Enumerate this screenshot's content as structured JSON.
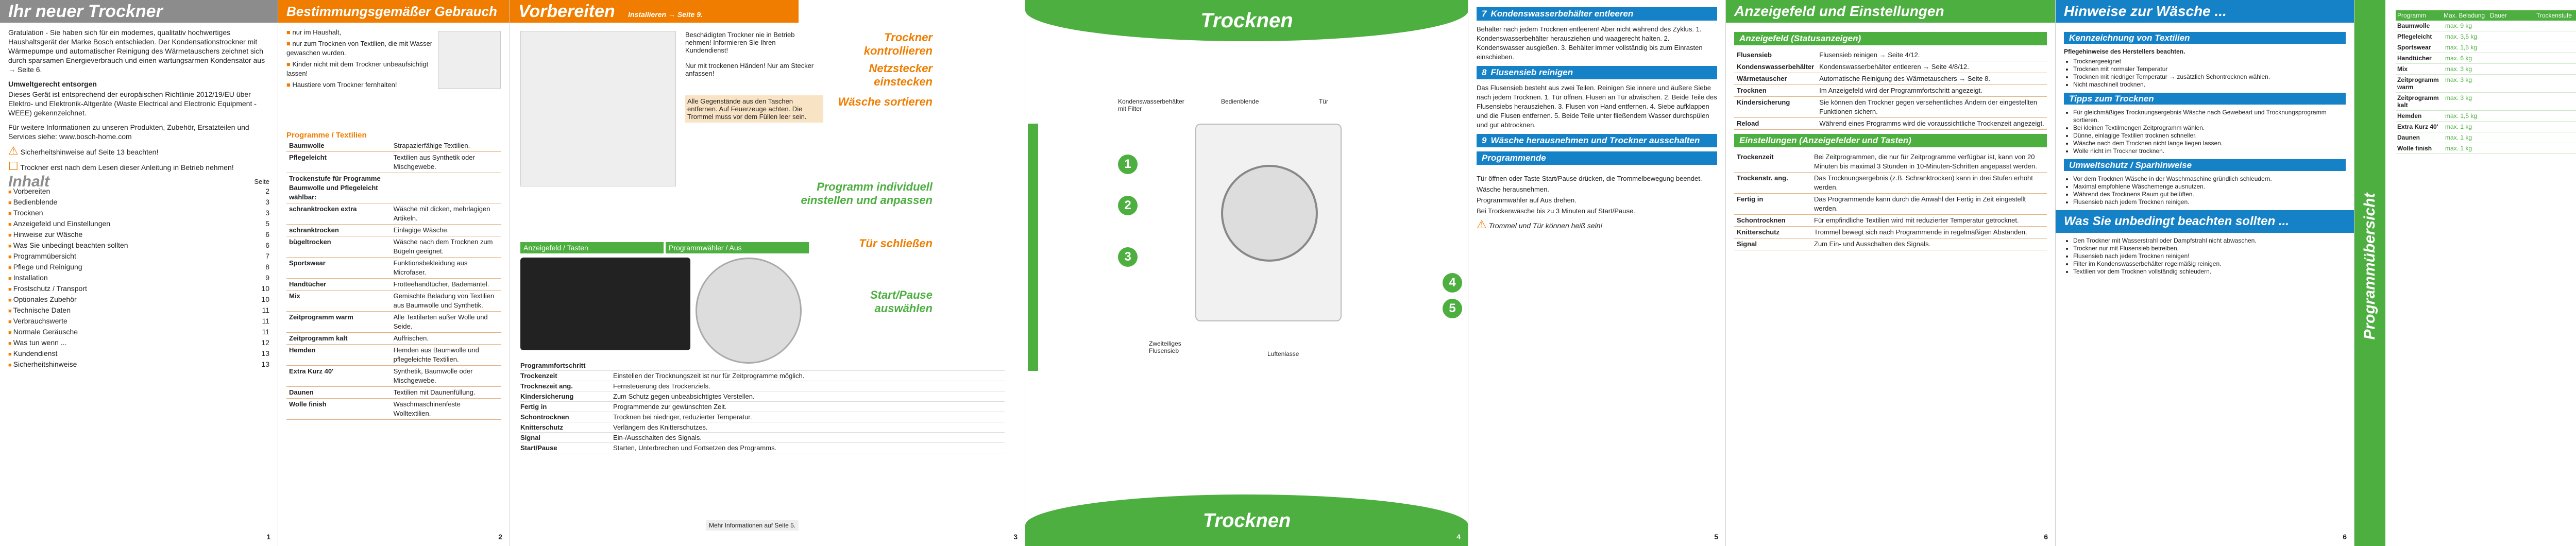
{
  "p1": {
    "title": "Ihr neuer Trockner",
    "intro": "Gratulation - Sie haben sich für ein modernes, qualitativ hochwertiges Haushaltsgerät der Marke Bosch entschieden. Der Kondensationstrockner mit Wärmepumpe und automatischer Reinigung des Wärmetauschers zeichnet sich durch sparsamen Energieverbrauch und einen wartungsarmen Kondensator aus → Seite 6.",
    "recycling_title": "Umweltgerecht entsorgen",
    "recycling": "Dieses Gerät ist entsprechend der europäischen Richtlinie 2012/19/EU über Elektro- und Elektronik-Altgeräte (Waste Electrical and Electronic Equipment - WEEE) gekennzeichnet.",
    "contact": "Für weitere Informationen zu unseren Produkten, Zubehör, Ersatzteilen und Services siehe: www.bosch-home.com",
    "safety": "Sicherheitshinweise auf Seite 13 beachten!",
    "energy_note": "Trockner erst nach dem Lesen dieser Anleitung in Betrieb nehmen!",
    "toc_title": "Inhalt",
    "toc_page_label": "Seite",
    "toc": [
      {
        "label": "Vorbereiten",
        "page": "2"
      },
      {
        "label": "Bedienblende",
        "page": "3"
      },
      {
        "label": "Trocknen",
        "page": "3"
      },
      {
        "label": "Anzeigefeld und Einstellungen",
        "page": "5"
      },
      {
        "label": "Hinweise zur Wäsche",
        "page": "6"
      },
      {
        "label": "Was Sie unbedingt beachten sollten",
        "page": "6"
      },
      {
        "label": "Programmübersicht",
        "page": "7"
      },
      {
        "label": "Pflege und Reinigung",
        "page": "8"
      },
      {
        "label": "Installation",
        "page": "9"
      },
      {
        "label": "Frostschutz / Transport",
        "page": "10"
      },
      {
        "label": "Optionales Zubehör",
        "page": "10"
      },
      {
        "label": "Technische Daten",
        "page": "11"
      },
      {
        "label": "Verbrauchswerte",
        "page": "11"
      },
      {
        "label": "Normale Geräusche",
        "page": "11"
      },
      {
        "label": "Was tun wenn ...",
        "page": "12"
      },
      {
        "label": "Kundendienst",
        "page": "13"
      },
      {
        "label": "Sicherheitshinweise",
        "page": "13"
      }
    ],
    "page": "1"
  },
  "p2": {
    "title": "Bestimmungsgemäßer Gebrauch",
    "bullets": [
      "nur im Haushalt,",
      "nur zum Trocknen von Textilien, die mit Wasser gewaschen wurden.",
      "Kinder nicht mit dem Trockner unbeaufsichtigt lassen!",
      "Haustiere vom Trockner fernhalten!"
    ],
    "programs_title": "Programme / Textilien",
    "programs": [
      {
        "name": "Baumwolle",
        "desc": "Strapazierfähige Textilien."
      },
      {
        "name": "Pflegeleicht",
        "desc": "Textilien aus Synthetik oder Mischgewebe."
      },
      {
        "name": "Trockenstufe für Programme Baumwolle und Pflegeleicht wählbar:",
        "desc": ""
      },
      {
        "name": "schranktrocken extra",
        "desc": "Wäsche mit dicken, mehrlagigen Artikeln."
      },
      {
        "name": "schranktrocken",
        "desc": "Einlagige Wäsche."
      },
      {
        "name": "bügeltrocken",
        "desc": "Wäsche nach dem Trocknen zum Bügeln geeignet."
      },
      {
        "name": "Sportswear",
        "desc": "Funktionsbekleidung aus Microfaser."
      },
      {
        "name": "Handtücher",
        "desc": "Frotteehandtücher, Bademäntel."
      },
      {
        "name": "Mix",
        "desc": "Gemischte Beladung von Textilien aus Baumwolle und Synthetik."
      },
      {
        "name": "Zeitprogramm warm",
        "desc": "Alle Textilarten außer Wolle und Seide."
      },
      {
        "name": "Zeitprogramm kalt",
        "desc": "Auffrischen."
      },
      {
        "name": "Hemden",
        "desc": "Hemden aus Baumwolle und pflegeleichte Textilien."
      },
      {
        "name": "Extra Kurz 40'",
        "desc": "Synthetik, Baumwolle oder Mischgewebe."
      },
      {
        "name": "Daunen",
        "desc": "Textilien mit Daunenfüllung."
      },
      {
        "name": "Wolle finish",
        "desc": "Waschmaschinenfeste Wolltextilien."
      }
    ],
    "page": "2"
  },
  "p3": {
    "title": "Vorbereiten",
    "subtitle": "Installieren → Seite 9.",
    "steps": [
      "Trockner kontrollieren",
      "Netzstecker einstecken",
      "Wäsche sortieren"
    ],
    "check_note": "Beschädigten Trockner nie in Betrieb nehmen! Informieren Sie Ihren Kundendienst!",
    "plug_note": "Nur mit trockenen Händen! Nur am Stecker anfassen!",
    "sort_note": "Alle Gegenstände aus den Taschen entfernen. Auf Feuerzeuge achten. Die Trommel muss vor dem Füllen leer sein.",
    "program_section": "Programm individuell einstellen und anpassen",
    "door": "Tür schließen",
    "start": "Start/Pause auswählen",
    "table_head_display": "Anzeigefeld / Tasten",
    "table_head_selector": "Programmwähler / Aus",
    "buttons": [
      {
        "name": "Programmfortschritt",
        "desc": ""
      },
      {
        "name": "Trockenzeit",
        "desc": "Einstellen der Trocknungszeit ist nur für Zeitprogramme möglich."
      },
      {
        "name": "Trocknezeit ang.",
        "desc": "Fernsteuerung des Trockenziels."
      },
      {
        "name": "Kindersicherung",
        "desc": "Zum Schutz gegen unbeabsichtigtes Verstellen."
      },
      {
        "name": "Fertig in",
        "desc": "Programmende zur gewünschten Zeit."
      },
      {
        "name": "Schontrocknen",
        "desc": "Trocknen bei niedriger, reduzierter Temperatur."
      },
      {
        "name": "Knitterschutz",
        "desc": "Verlängern des Knitterschutzes."
      },
      {
        "name": "Signal",
        "desc": "Ein-/Ausschalten des Signals."
      },
      {
        "name": "Start/Pause",
        "desc": "Starten, Unterbrechen und Fortsetzen des Programms."
      }
    ],
    "more_info": "Mehr Informationen auf Seite 5.",
    "page": "3"
  },
  "p4": {
    "title": "Trocknen",
    "labels": [
      "Kondenswasserbehälter mit Filter",
      "Bedienblende",
      "Tür",
      "Zweiteiliges Flusensieb",
      "Luftenlasse"
    ],
    "numbers": [
      "1",
      "2",
      "3",
      "4",
      "5"
    ],
    "footer": "Trocknen",
    "page": "4"
  },
  "p5": {
    "sections": [
      {
        "num": "7",
        "title": "Kondenswasserbehälter entleeren",
        "text": "Behälter nach jedem Trocknen entleeren! Aber nicht während des Zyklus. 1. Kondenswasserbehälter herausziehen und waagerecht halten. 2. Kondenswasser ausgießen. 3. Behälter immer vollständig bis zum Einrasten einschieben."
      },
      {
        "num": "8",
        "title": "Flusensieb reinigen",
        "text": "Das Flusensieb besteht aus zwei Teilen. Reinigen Sie innere und äußere Siebe nach jedem Trocknen. 1. Tür öffnen, Flusen an Tür abwischen. 2. Beide Teile des Flusensiebs herausziehen. 3. Flusen von Hand entfernen. 4. Siebe aufklappen und die Flusen entfernen. 5. Beide Teile unter fließendem Wasser durchspülen und gut abtrocknen."
      },
      {
        "num": "9",
        "title": "Wäsche herausnehmen und Trockner ausschalten",
        "text": ""
      },
      {
        "num": "",
        "title": "Programmende",
        "text": ""
      }
    ],
    "end_steps": [
      "Tür öffnen oder Taste Start/Pause drücken, die Trommelbewegung beendet.",
      "Wäsche herausnehmen.",
      "Programmwähler auf Aus drehen.",
      "Bei Trockenwäsche bis zu 3 Minuten auf Start/Pause."
    ],
    "final": "Trommel und Tür können heiß sein!",
    "page": "5"
  },
  "p6": {
    "title": "Anzeigefeld und Einstellungen",
    "sub1": "Anzeigefeld (Statusanzeigen)",
    "items": [
      {
        "name": "Flusensieb",
        "desc": "Flusensieb reinigen → Seite 4/12."
      },
      {
        "name": "Kondenswasserbehälter",
        "desc": "Kondenswasserbehälter entleeren → Seite 4/8/12."
      },
      {
        "name": "Wärmetauscher",
        "desc": "Automatische Reinigung des Wärmetauschers → Seite 8."
      },
      {
        "name": "Trocknen",
        "desc": "Im Anzeigefeld wird der Programmfortschritt angezeigt."
      },
      {
        "name": "Kindersicherung",
        "desc": "Sie können den Trockner gegen versehentliches Ändern der eingestellten Funktionen sichern."
      },
      {
        "name": "Reload",
        "desc": "Während eines Programms wird die voraussichtliche Trockenzeit angezeigt."
      }
    ],
    "sub2": "Einstellungen (Anzeigefelder und Tasten)",
    "settings": [
      {
        "name": "Trockenzeit",
        "desc": "Bei Zeitprogrammen, die nur für Zeitprogramme verfügbar ist, kann von 20 Minuten bis maximal 3 Stunden in 10-Minuten-Schritten angepasst werden."
      },
      {
        "name": "Trockenstr. ang.",
        "desc": "Das Trocknungsergebnis (z.B. Schranktrocken) kann in drei Stufen erhöht werden."
      },
      {
        "name": "Fertig in",
        "desc": "Das Programmende kann durch die Anwahl der Fertig in Zeit eingestellt werden."
      },
      {
        "name": "Schontrocknen",
        "desc": "Für empfindliche Textilien wird mit reduzierter Temperatur getrocknet."
      },
      {
        "name": "Knitterschutz",
        "desc": "Trommel bewegt sich nach Programmende in regelmäßigen Abständen."
      },
      {
        "name": "Signal",
        "desc": "Zum Ein- und Ausschalten des Signals."
      }
    ],
    "page": "6"
  },
  "p7": {
    "title": "Hinweise zur Wäsche ...",
    "sub1": "Kennzeichnung von Textilien",
    "care_title": "Pflegehinweise des Herstellers beachten.",
    "care": [
      "Trocknergeeignet",
      "Trocknen mit normaler Temperatur",
      "Trocknen mit niedriger Temperatur → zusätzlich Schontrocknen wählen.",
      "Nicht maschinell trocknen."
    ],
    "sub2": "Tipps zum Trocknen",
    "tips": [
      "Für gleichmäßiges Trocknungsergebnis Wäsche nach Gewebeart und Trocknungsprogramm sortieren.",
      "Bei kleinen Textilmengen Zeitprogramm wählen.",
      "Dünne, einlagige Textilien trocknen schneller.",
      "Wäsche nach dem Trocknen nicht lange liegen lassen.",
      "Wolle nicht im Trockner trocknen."
    ],
    "sub3": "Umweltschutz / Sparhinweise",
    "env": [
      "Vor dem Trocknen Wäsche in der Waschmaschine gründlich schleudern.",
      "Maximal empfohlene Wäschemenge ausnutzen.",
      "Während des Trocknens Raum gut belüften.",
      "Flusensieb nach jedem Trocknen reinigen."
    ],
    "warn_title": "Was Sie unbedingt beachten sollten ...",
    "warn": [
      "Den Trockner mit Wasserstrahl oder Dampfstrahl nicht abwaschen.",
      "Trockner nur mit Flusensieb betreiben.",
      "Flusensieb nach jedem Trocknen reinigen!",
      "Filter im Kondenswasserbehälter regelmäßig reinigen.",
      "Textilien vor dem Trocknen vollständig schleudern."
    ],
    "page": "6"
  },
  "p8": {
    "title": "Programmübersicht",
    "columns": [
      "Programm",
      "Max. Beladung",
      "Dauer",
      "Trockenstufe"
    ],
    "rows": [
      {
        "name": "Baumwolle",
        "load": "max. 9 kg"
      },
      {
        "name": "Pflegeleicht",
        "load": "max. 3,5 kg"
      },
      {
        "name": "Sportswear",
        "load": "max. 1,5 kg"
      },
      {
        "name": "Handtücher",
        "load": "max. 6 kg"
      },
      {
        "name": "Mix",
        "load": "max. 3 kg"
      },
      {
        "name": "Zeitprogramm warm",
        "load": "max. 3 kg"
      },
      {
        "name": "Zeitprogramm kalt",
        "load": "max. 3 kg"
      },
      {
        "name": "Hemden",
        "load": "max. 1,5 kg"
      },
      {
        "name": "Extra Kurz 40'",
        "load": "max. 1 kg"
      },
      {
        "name": "Daunen",
        "load": "max. 1 kg"
      },
      {
        "name": "Wolle finish",
        "load": "max. 1 kg"
      }
    ],
    "page": "7"
  },
  "colors": {
    "gray": "#8c8c8c",
    "orange": "#f07d00",
    "green": "#4caf3f",
    "blue": "#1582c8"
  }
}
